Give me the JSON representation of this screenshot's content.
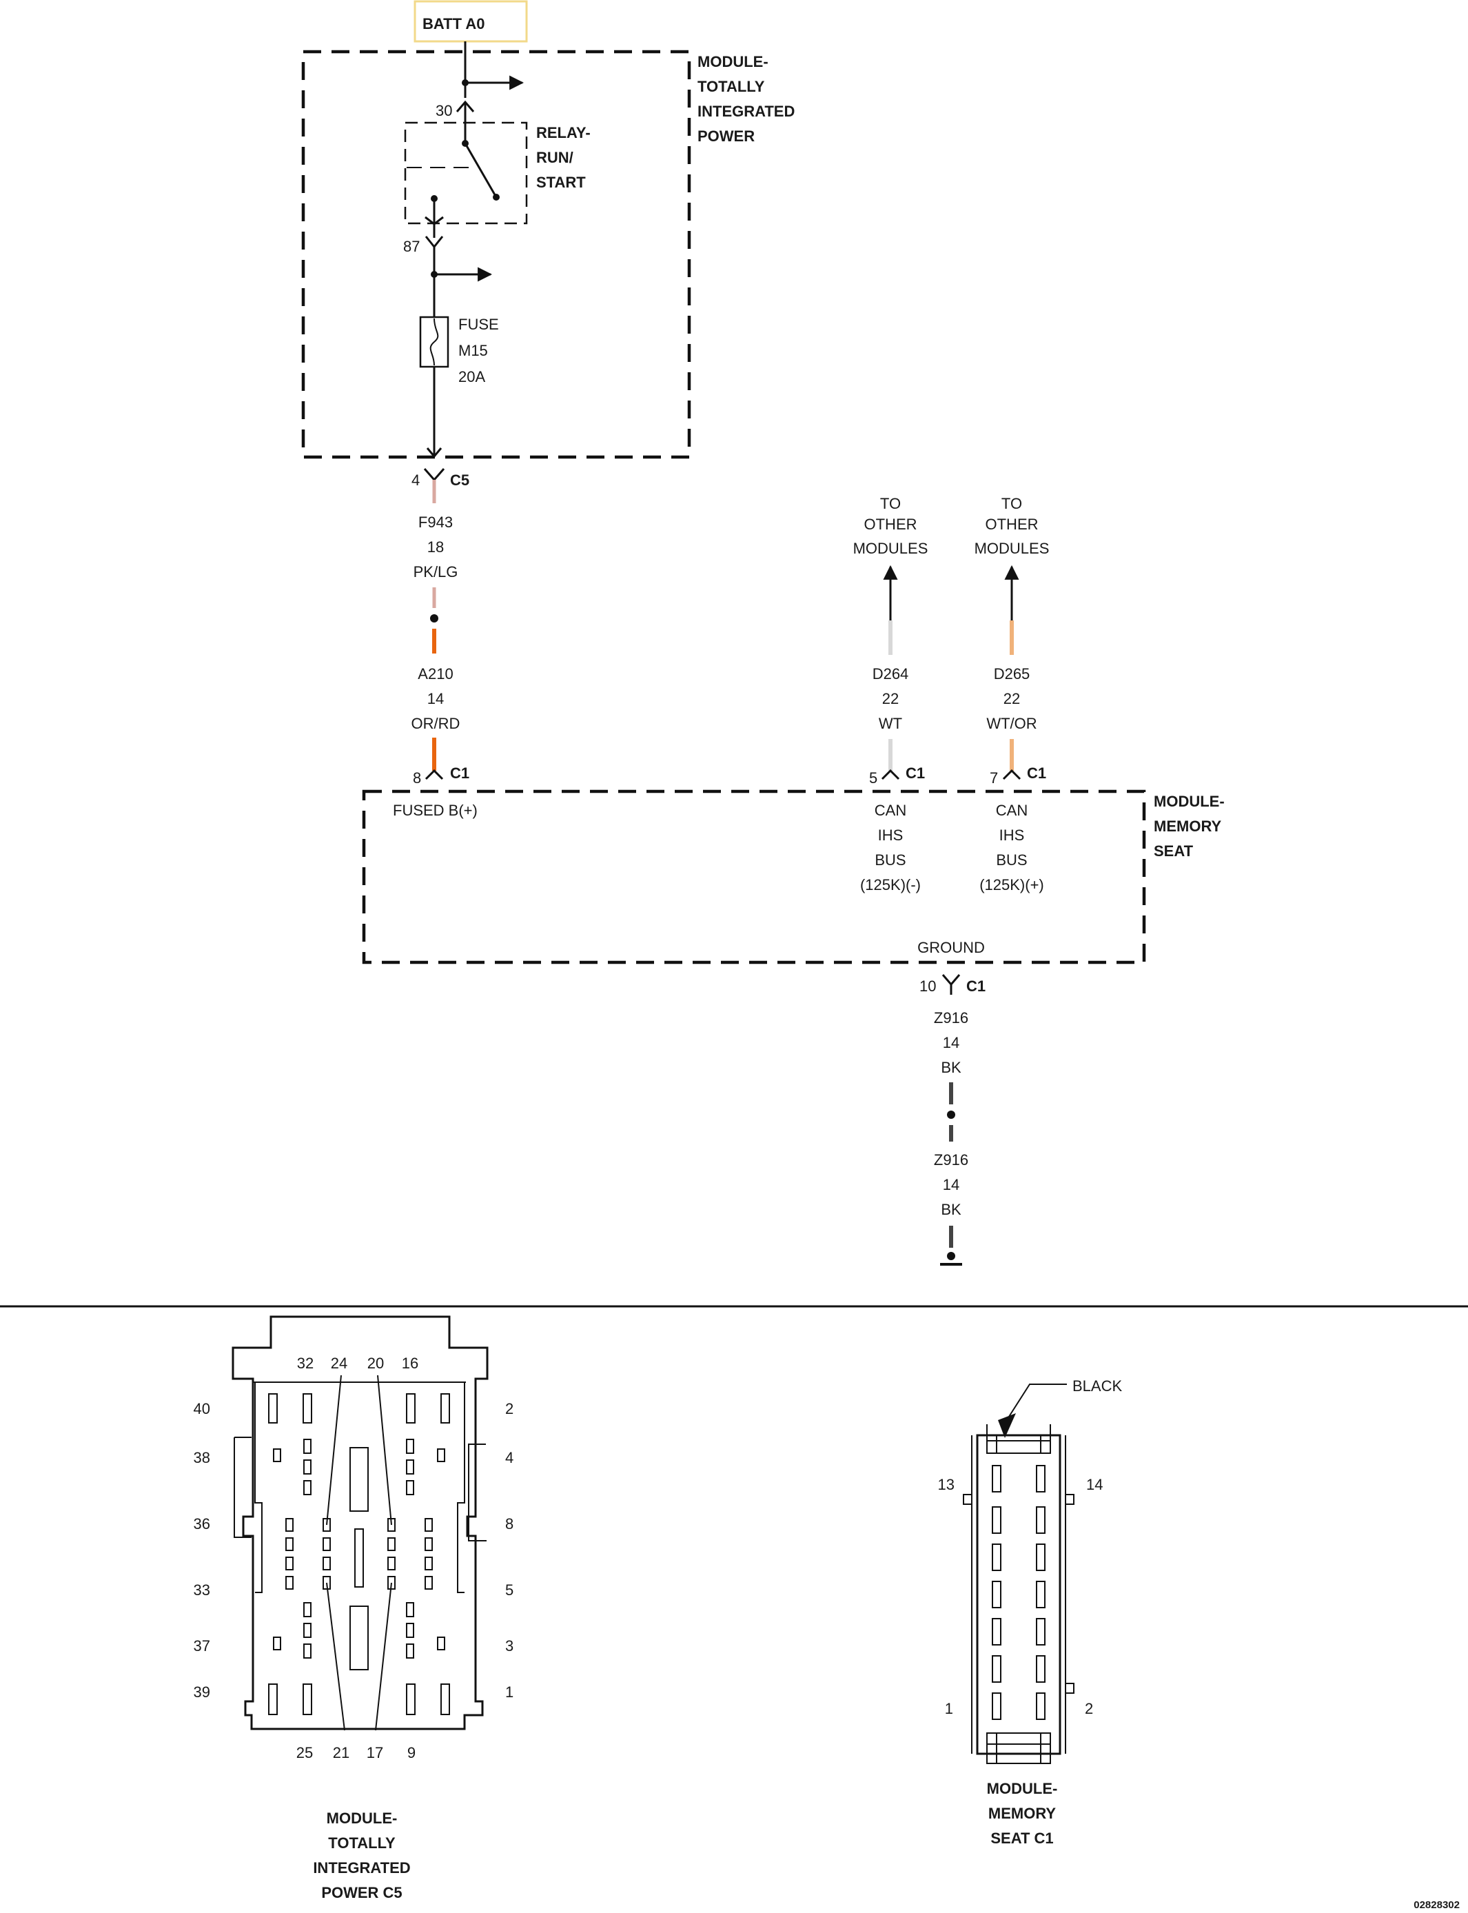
{
  "power_source": {
    "label": "BATT A0",
    "box_color": "#f2d98a"
  },
  "tipm": {
    "name_lines": [
      "MODULE-",
      "TOTALLY",
      "INTEGRATED",
      "POWER"
    ],
    "relay_lines": [
      "RELAY-",
      "RUN/",
      "START"
    ],
    "pin_in": "30",
    "pin_out": "87",
    "fuse_lines": [
      "FUSE",
      "M15",
      "20A"
    ]
  },
  "connector_tipm_out": {
    "pin": "4",
    "connector": "C5"
  },
  "circuits": {
    "f943": {
      "id": "F943",
      "gauge": "18",
      "color": "PK/LG",
      "wire_hex": "#d9a8a0"
    },
    "a210": {
      "id": "A210",
      "gauge": "14",
      "color": "OR/RD",
      "wire_hex": "#e8650f"
    },
    "d264": {
      "id": "D264",
      "gauge": "22",
      "color": "WT",
      "wire_hex": "#d8d8d8"
    },
    "d265": {
      "id": "D265",
      "gauge": "22",
      "color": "WT/OR",
      "wire_hex": "#f0b27a"
    },
    "z916_upper": {
      "id": "Z916",
      "gauge": "14",
      "color": "BK",
      "wire_hex": "#444444"
    },
    "z916_lower": {
      "id": "Z916",
      "gauge": "14",
      "color": "BK",
      "wire_hex": "#444444"
    }
  },
  "to_other_modules": [
    {
      "lines": [
        "TO",
        "OTHER",
        "MODULES"
      ]
    },
    {
      "lines": [
        "TO",
        "OTHER",
        "MODULES"
      ]
    }
  ],
  "memory_seat": {
    "name_lines": [
      "MODULE-",
      "MEMORY",
      "SEAT"
    ],
    "pins": [
      {
        "pin": "8",
        "connector": "C1",
        "function": "FUSED B(+)"
      },
      {
        "pin": "5",
        "connector": "C1",
        "function_lines": [
          "CAN",
          "IHS",
          "BUS",
          "(125K)(-)"
        ]
      },
      {
        "pin": "7",
        "connector": "C1",
        "function_lines": [
          "CAN",
          "IHS",
          "BUS",
          "(125K)(+)"
        ]
      },
      {
        "pin": "10",
        "connector": "C1",
        "function": "GROUND"
      }
    ]
  },
  "c5_view": {
    "top_numbers": [
      "32",
      "24",
      "20",
      "16"
    ],
    "bottom_numbers": [
      "25",
      "21",
      "17",
      "9"
    ],
    "left_numbers": [
      "40",
      "38",
      "36",
      "33",
      "37",
      "39"
    ],
    "right_numbers": [
      "2",
      "4",
      "8",
      "5",
      "3",
      "1"
    ],
    "caption_lines": [
      "MODULE-",
      "TOTALLY",
      "INTEGRATED",
      "POWER C5"
    ]
  },
  "c1_view": {
    "color_label": "BLACK",
    "pin_labels": {
      "top_left": "13",
      "top_right": "14",
      "bottom_left": "1",
      "bottom_right": "2"
    },
    "caption_lines": [
      "MODULE-",
      "MEMORY",
      "SEAT C1"
    ]
  },
  "figure_id": "02828302"
}
